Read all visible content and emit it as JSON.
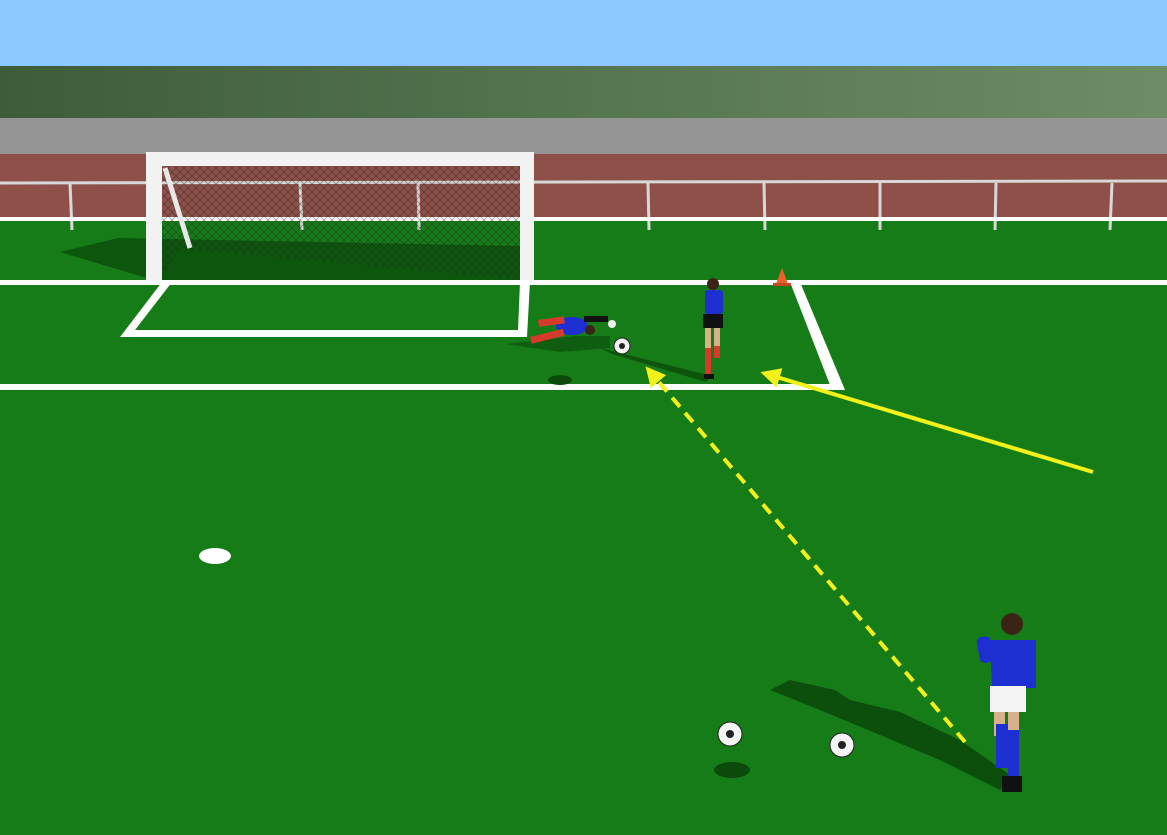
{
  "scene": {
    "kind": "soccer-training-drill-3d-diagram",
    "colors": {
      "sky": "#8cc8ff",
      "grass": "#167c17",
      "track": "#8e5048",
      "stand_gray": "#959595",
      "lines": "#ffffff",
      "arrow_run": "#f2f21a",
      "arrow_pass": "#f2f21a",
      "kit_shirt": "#1d2fd0",
      "kit_shorts_keeper": "#111111",
      "kit_socks": "#d63a2a",
      "cone": "#e8622a"
    },
    "elements": [
      "goal",
      "penalty-box",
      "goal-area",
      "penalty-spot",
      "cone",
      "goalkeeper-diving",
      "attacker-near-post",
      "server-player",
      "balls"
    ],
    "arrows": [
      {
        "name": "run-arrow",
        "style": "solid"
      },
      {
        "name": "pass-arrow",
        "style": "dashed"
      }
    ]
  }
}
